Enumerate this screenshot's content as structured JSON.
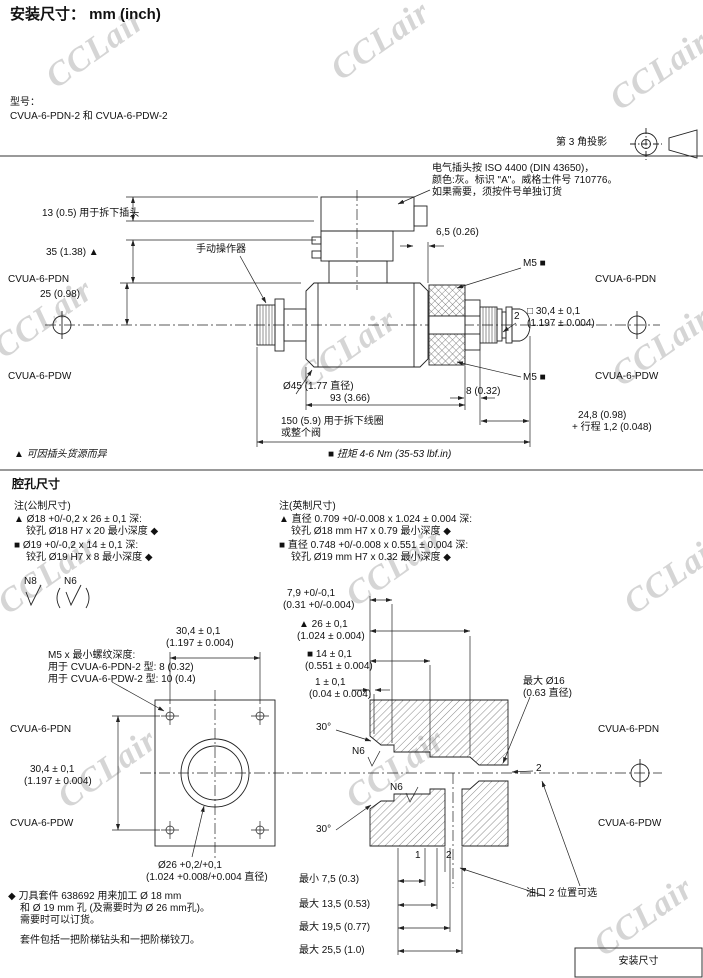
{
  "page": {
    "title": "安装尺寸： mm (inch)",
    "watermark": "CCLair",
    "model_label": "型号：",
    "model_value": "CVUA-6-PDN-2 和 CVUA-6-PDW-2",
    "projection_label": "第 3 角投影",
    "footer_box_label": "安装尺寸"
  },
  "valve_view": {
    "plug_note_l1": "电气插头按 ISO 4400 (DIN 43650)，",
    "plug_note_l2": "颜色:灰。标识 \"A\"。威格士件号 710776。",
    "plug_note_l3": "如果需要，须按件号单独订货",
    "manual_operator": "手动操作器",
    "pdn": "CVUA-6-PDN",
    "pdw": "CVUA-6-PDW",
    "d13": "13 (0.5) 用于拆下插头",
    "d35": "35 (1.38) ▲",
    "d25": "25 (0.98)",
    "d65": "6,5 (0.26)",
    "m5": "M5 ■",
    "port2": "2",
    "sq304_l1": "□ 30,4 ± 0,1",
    "sq304_l2": "(1.197 ± 0.004)",
    "d45": "Ø45 (1.77 直径)",
    "d93": "93 (3.66)",
    "d8": "8 (0.32)",
    "d248_l1": "24,8 (0.98)",
    "d248_l2": "+ 行程 1,2 (0.048)",
    "d150_l1": "150 (5.9) 用于拆下线圈",
    "d150_l2": "或整个阀",
    "fn_triangle": "▲ 可因插头货源而异",
    "fn_square": "■ 扭矩 4-6 Nm (35-53 lbf.in)"
  },
  "cavity": {
    "heading": "腔孔尺寸",
    "metric_title": "注(公制尺寸)",
    "metric_l1": "▲ Ø18 +0/-0,2 x 26 ± 0,1 深:",
    "metric_l2": "铰孔 Ø18 H7 x 20 最小深度 ◆",
    "metric_l3": "■ Ø19 +0/-0,2 x 14 ± 0,1 深:",
    "metric_l4": "铰孔 Ø19 H7 x 8 最小深度 ◆",
    "inch_title": "注(英制尺寸)",
    "inch_l1": "▲ 直径 0.709 +0/-0.008 x 1.024 ± 0.004 深:",
    "inch_l2": "铰孔 Ø18 mm H7 x 0.79 最小深度 ◆",
    "inch_l3": "■ 直径 0.748 +0/-0.008 x 0.551 ± 0.004 深:",
    "inch_l4": "铰孔 Ø19 mm H7 x 0.32 最小深度 ◆",
    "n8": "N8",
    "n6": "N6",
    "d304_l1": "30,4 ± 0,1",
    "d304_l2": "(1.197 ± 0.004)",
    "d79_l1": "7,9 +0/-0,1",
    "d79_l2": "(0.31 +0/-0.004)",
    "d26_l1": "▲ 26 ± 0,1",
    "d26_l2": "(1.024 ± 0.004)",
    "d14_l1": "■ 14 ± 0,1",
    "d14_l2": "(0.551 ± 0.004)",
    "d1_l1": "1 ± 0,1",
    "d1_l2": "(0.04 ± 0.004)",
    "m5_l1": "M5 x 最小螺纹深度:",
    "m5_l2": "用于 CVUA-6-PDN-2 型: 8 (0.32)",
    "m5_l3": "用于 CVUA-6-PDW-2 型: 10 (0.4)",
    "pdn": "CVUA-6-PDN",
    "pdw": "CVUA-6-PDW",
    "dia26_l1": "Ø26 +0,2/+0,1",
    "dia26_l2": "(1.024 +0.008/+0.004 直径)",
    "max16_l1": "最大 Ø16",
    "max16_l2": "(0.63 直径)",
    "angle30": "30°",
    "min75": "最小 7,5 (0.3)",
    "max135": "最大 13,5 (0.53)",
    "max195": "最大 19,5 (0.77)",
    "max255": "最大 25,5 (1.0)",
    "port_note": "油口 2 位置可选",
    "port1": "1",
    "port2": "2",
    "tool_l1": "◆ 刀具套件 638692 用来加工 Ø 18 mm",
    "tool_l2": "和 Ø 19 mm 孔 (及需要时为 Ø 26 mm孔)。",
    "tool_l3": "需要时可以订货。",
    "tool_l4": "套件包括一把阶梯钻头和一把阶梯铰刀。"
  }
}
